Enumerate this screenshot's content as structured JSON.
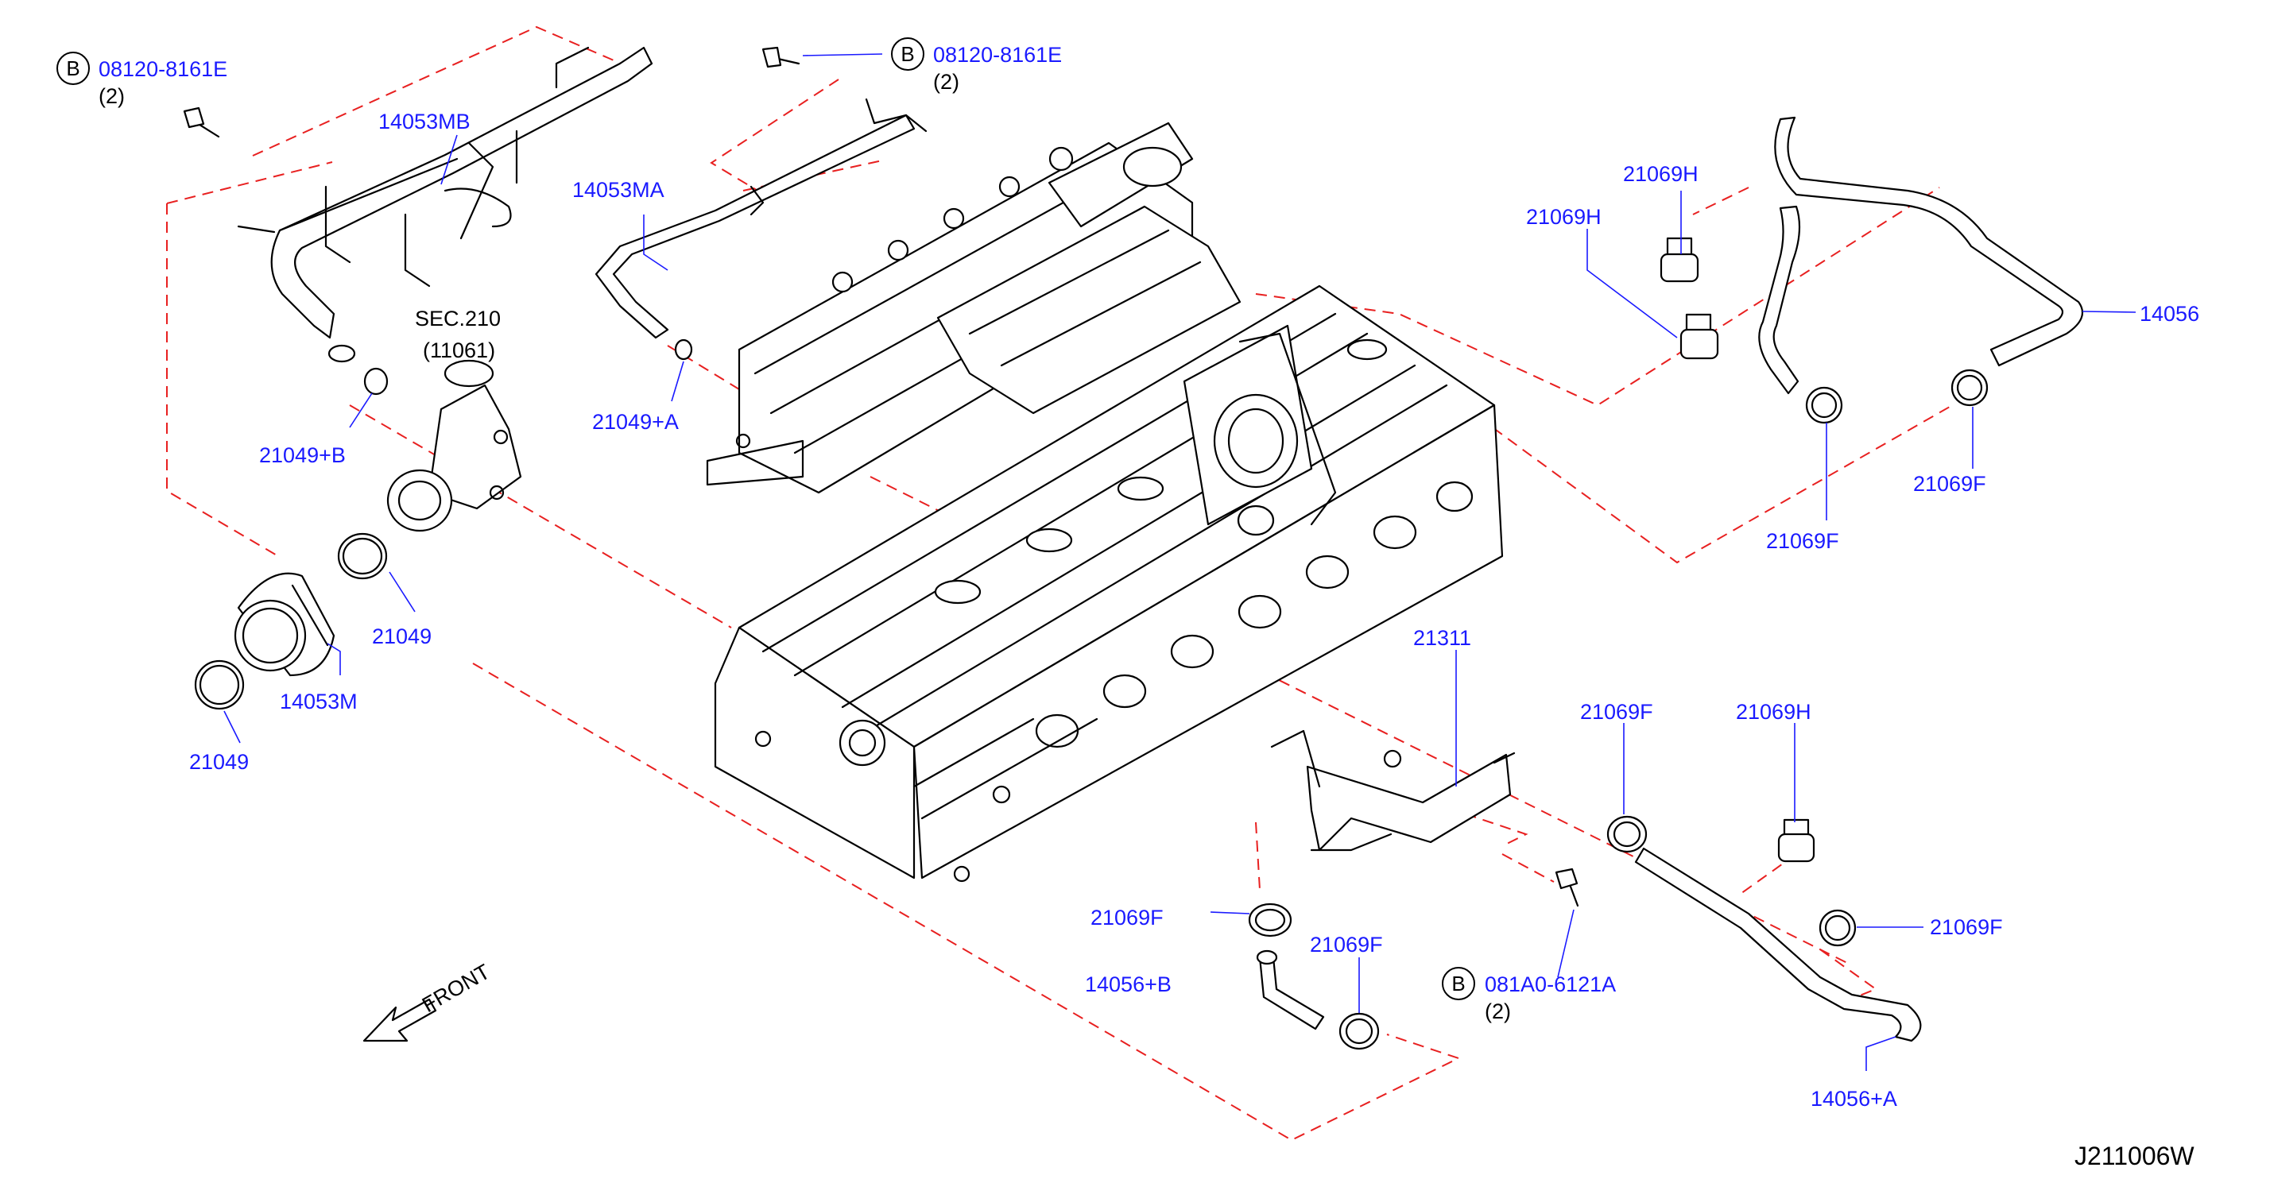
{
  "labels": {
    "bolt_top_left_code": "08120-8161E",
    "bolt_top_left_qty": "(2)",
    "bolt_top_center_code": "08120-8161E",
    "bolt_top_center_qty": "(2)",
    "bolt_lower_code": "081A0-6121A",
    "bolt_lower_qty": "(2)",
    "bolt_marker": "B",
    "pipe_mb": "14053MB",
    "pipe_ma": "14053MA",
    "pipe_m": "14053M",
    "sec_ref": "SEC.210",
    "sec_part": "(11061)",
    "oring_b": "21049+B",
    "oring_a": "21049+A",
    "oring_1": "21049",
    "oring_2": "21049",
    "clamp_h_1": "21069H",
    "clamp_h_2": "21069H",
    "clamp_h_3": "21069H",
    "hose_14056": "14056",
    "clamp_f_1": "21069F",
    "clamp_f_2": "21069F",
    "clamp_f_3": "21069F",
    "clamp_f_4": "21069F",
    "clamp_f_5": "21069F",
    "clamp_f_6": "21069F",
    "bracket_21311": "21311",
    "hose_b": "14056+B",
    "hose_a": "14056+A",
    "front_label": "FRONT",
    "diagram_code": "J211006W"
  },
  "colors": {
    "part_label": "#1a1aff",
    "dashed_reference": "#e82020",
    "linework": "#000000"
  }
}
